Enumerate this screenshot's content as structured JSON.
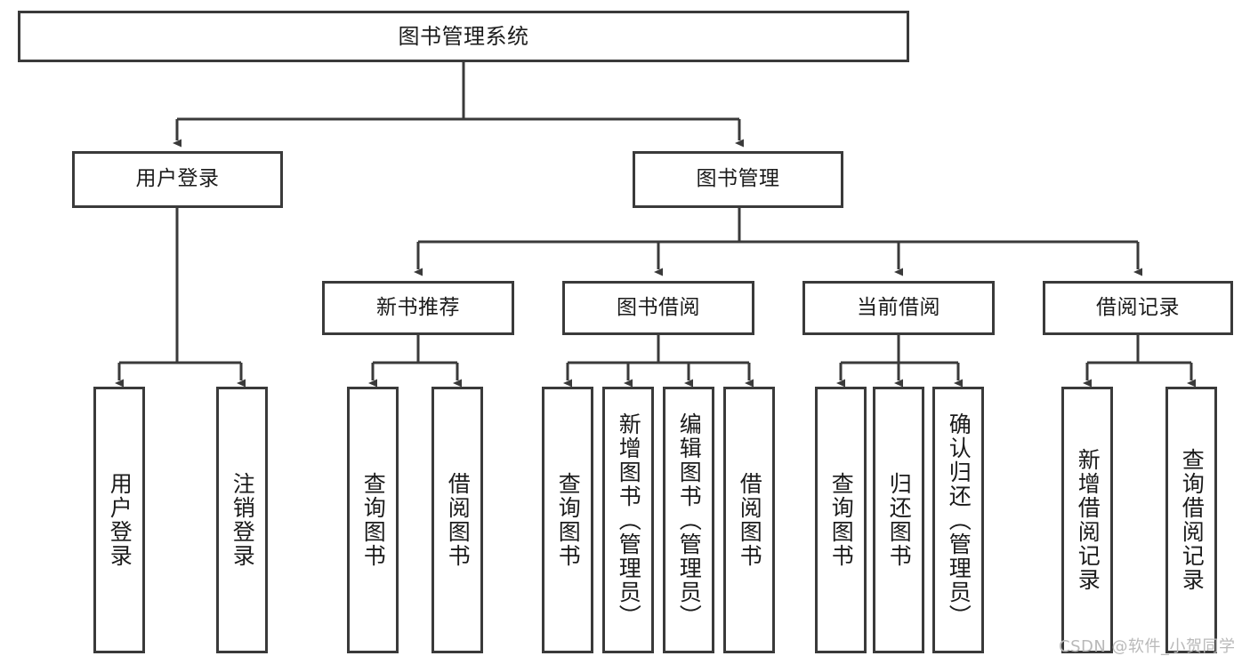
{
  "diagram": {
    "title": "图书管理系统",
    "type": "tree-hierarchy-diagram",
    "colors": {
      "box_border": "#3a3a3a",
      "box_fill": "#ffffff",
      "edge": "#3a3a3a",
      "text": "#1b1b1b",
      "watermark": "#b9b9b9",
      "background": "#ffffff"
    },
    "root": {
      "label": "图书管理系统"
    },
    "level2": [
      {
        "label": "用户登录"
      },
      {
        "label": "图书管理"
      }
    ],
    "level3": [
      {
        "label": "新书推荐"
      },
      {
        "label": "图书借阅"
      },
      {
        "label": "当前借阅"
      },
      {
        "label": "借阅记录"
      }
    ],
    "leaves": {
      "user_login": [
        {
          "label": "用户登录"
        },
        {
          "label": "注销登录"
        }
      ],
      "new_book_recommend": [
        {
          "label": "查询图书"
        },
        {
          "label": "借阅图书"
        }
      ],
      "book_borrow": [
        {
          "label": "查询图书"
        },
        {
          "label": "新增图书（管理员）"
        },
        {
          "label": "编辑图书（管理员）"
        },
        {
          "label": "借阅图书"
        }
      ],
      "current_borrow": [
        {
          "label": "查询图书"
        },
        {
          "label": "归还图书"
        },
        {
          "label": "确认归还（管理员）"
        }
      ],
      "borrow_record": [
        {
          "label": "新增借阅记录"
        },
        {
          "label": "查询借阅记录"
        }
      ]
    }
  },
  "watermark": {
    "text": "CSDN @软件_小贺同学"
  }
}
